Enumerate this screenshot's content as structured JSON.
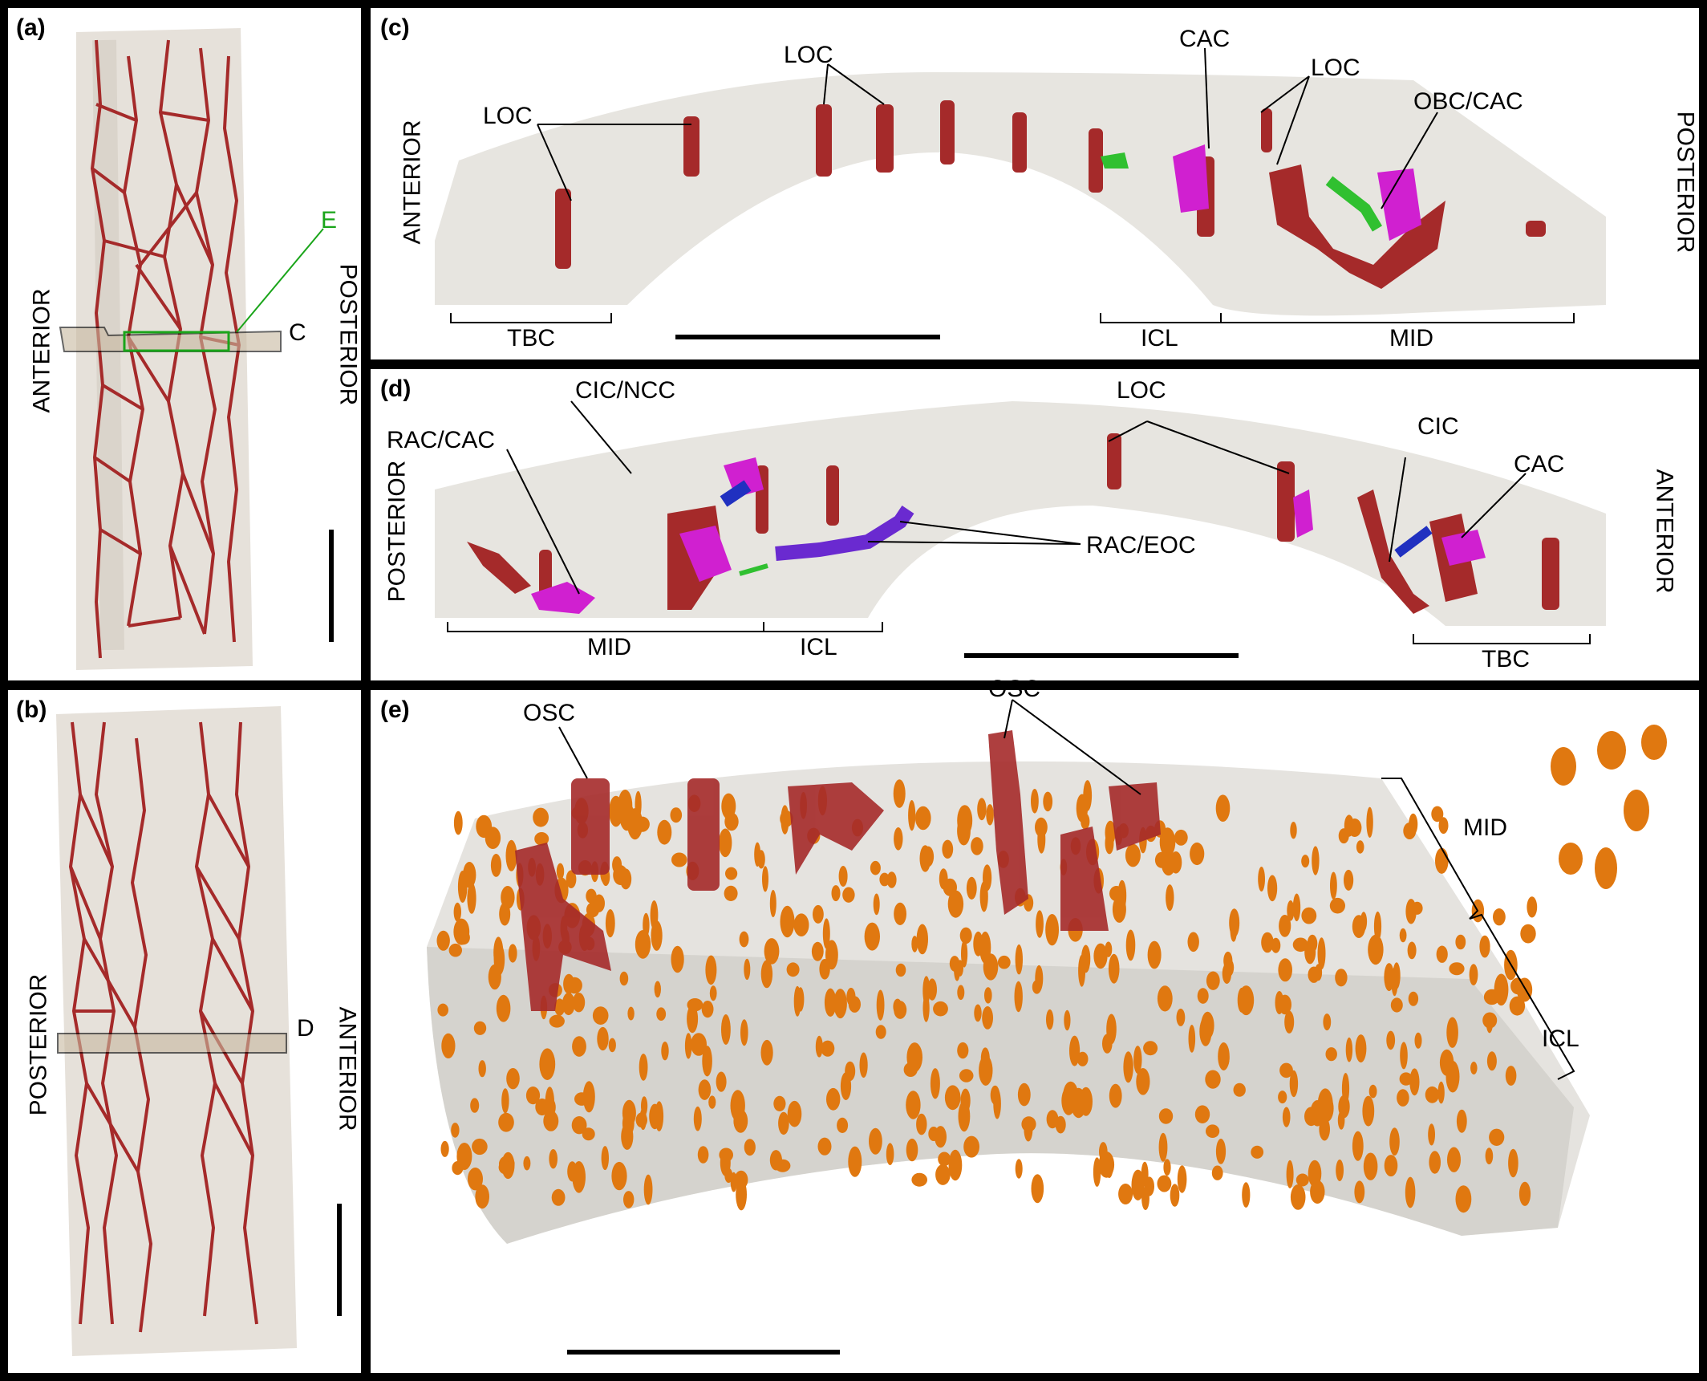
{
  "panels": {
    "a": {
      "letter": "(a)",
      "left": "ANTERIOR",
      "right": "POSTERIOR",
      "marker_c": "C",
      "marker_e": "E"
    },
    "b": {
      "letter": "(b)",
      "left": "POSTERIOR",
      "right": "ANTERIOR",
      "marker_d": "D"
    },
    "c": {
      "letter": "(c)",
      "left": "ANTERIOR",
      "right": "POSTERIOR",
      "loc1": "LOC",
      "loc2": "LOC",
      "loc3": "LOC",
      "cac": "CAC",
      "obc_cac": "OBC/CAC",
      "tbc": "TBC",
      "icl": "ICL",
      "mid": "MID"
    },
    "d": {
      "letter": "(d)",
      "left": "POSTERIOR",
      "right": "ANTERIOR",
      "rac_cac": "RAC/CAC",
      "cic_ncc": "CIC/NCC",
      "rac_eoc": "RAC/EOC",
      "loc": "LOC",
      "cic": "CIC",
      "cac": "CAC",
      "mid": "MID",
      "icl": "ICL",
      "tbc": "TBC"
    },
    "e": {
      "letter": "(e)",
      "osc1": "OSC",
      "osc2": "OSC",
      "mid": "MID",
      "icl": "ICL"
    }
  },
  "colors": {
    "canal": "#a52a2a",
    "magenta": "#d020d0",
    "green": "#30c030",
    "blue": "#2030c0",
    "purple": "#6a2ad0",
    "lacuna": "#e07810",
    "tissue": "#ddd8d0"
  }
}
